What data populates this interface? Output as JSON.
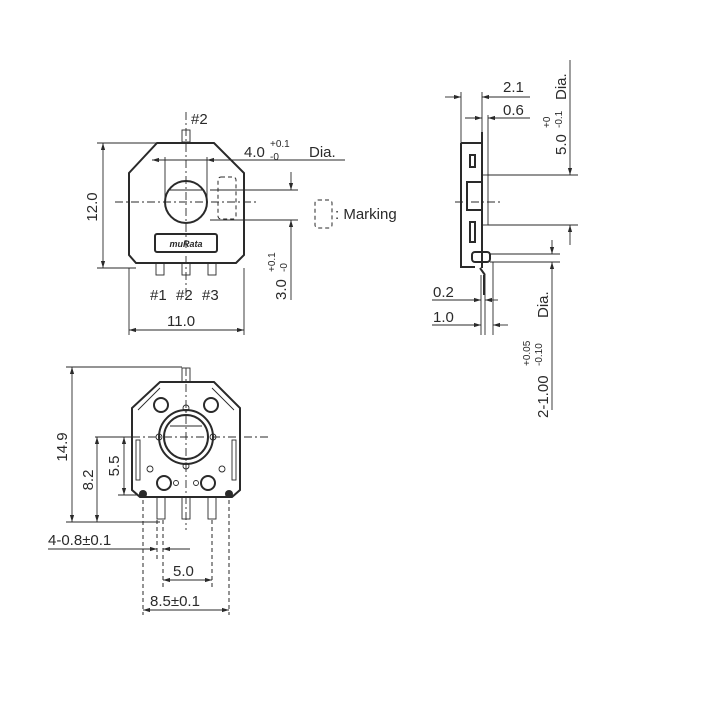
{
  "drawing": {
    "background": "#ffffff",
    "line_color": "#2a2a2a",
    "top_view": {
      "pin_top_label": "#2",
      "pin_labels": [
        "#1",
        "#2",
        "#3"
      ],
      "height": "12.0",
      "width": "11.0",
      "hole_dia_base": "4.0",
      "hole_dia_plus": "+0.1",
      "hole_dia_minus": "-0",
      "hole_dia_suffix": "Dia.",
      "offset_base": "3.0",
      "offset_plus": "+0.1",
      "offset_minus": "-0",
      "logo_text": "muRata"
    },
    "legend": {
      "marking_label": ": Marking"
    },
    "side_view": {
      "dim_top": "2.1",
      "dim_top_inner": "0.6",
      "shaft_dia_base": "5.0",
      "shaft_dia_plus": "+0",
      "shaft_dia_minus": "-0.1",
      "shaft_dia_suffix": "Dia.",
      "dim_bottom_inner": "0.2",
      "dim_bottom": "1.0",
      "pin_dia_base": "2-1.00",
      "pin_dia_plus": "+0.05",
      "pin_dia_minus": "-0.10",
      "pin_dia_suffix": "Dia."
    },
    "bottom_view": {
      "total_height": "14.9",
      "center_height": "8.2",
      "inner_height": "5.5",
      "pin_width": "4-0.8±0.1",
      "pin_pitch": "5.0",
      "mount_pitch": "8.5±0.1"
    }
  }
}
